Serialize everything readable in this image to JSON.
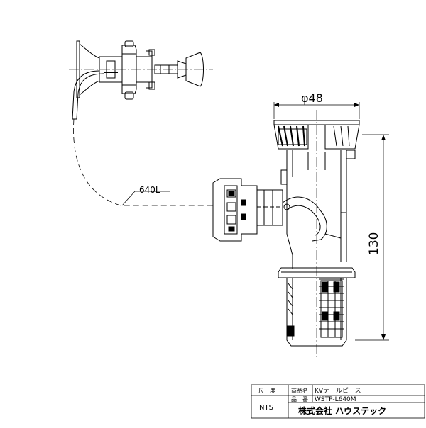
{
  "dimensions": {
    "diameter": "φ48",
    "height": "130",
    "cable_length": "640L"
  },
  "title_block": {
    "scale_label": "尺　度",
    "scale_value": "NTS",
    "product_name_label": "商品名",
    "product_name": "KVテールピース",
    "part_number_label": "品　番",
    "part_number": "WSTP-L640M",
    "company": "株式会社 ハウステック"
  }
}
